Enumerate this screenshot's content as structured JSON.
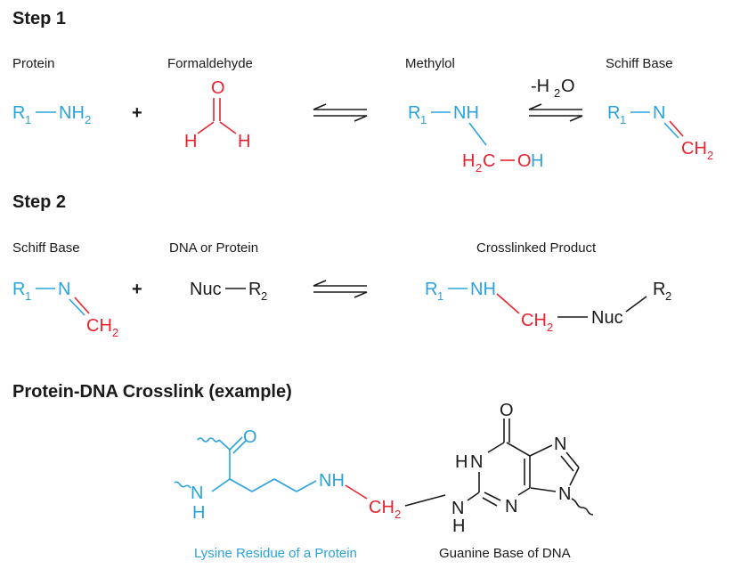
{
  "colors": {
    "protein": "#2aa3dc",
    "formaldehyde": "#e8232f",
    "other": "#1a1a1a"
  },
  "step1": {
    "heading": "Step 1",
    "label_protein": "Protein",
    "label_formaldehyde": "Formaldehyde",
    "label_methylol": "Methylol",
    "label_schiff": "Schiff Base",
    "plus": "+",
    "water_loss": "-H",
    "water_sub": "2",
    "water_o": "O"
  },
  "step2": {
    "heading": "Step 2",
    "label_schiff": "Schiff Base",
    "label_dna_protein": "DNA or Protein",
    "label_product": "Crosslinked Product",
    "plus": "+"
  },
  "step3": {
    "heading": "Protein-DNA Crosslink (example)",
    "caption_lysine": "Lysine Residue of a Protein",
    "caption_guanine": "Guanine Base of DNA"
  },
  "atoms": {
    "R": "R",
    "sub1": "1",
    "sub2": "2",
    "NH": "NH",
    "N": "N",
    "H": "H",
    "O": "O",
    "OH": "OH",
    "H2C": "H",
    "C": "C",
    "CH": "CH",
    "Nuc": "Nuc",
    "NH2_N": "NH",
    "NH2_sub": "2"
  }
}
